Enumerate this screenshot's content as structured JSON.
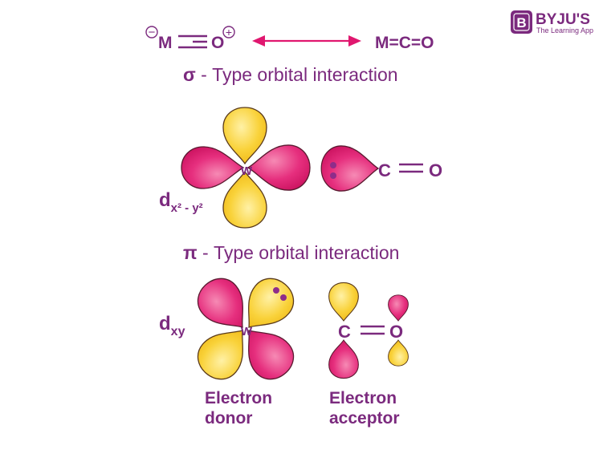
{
  "brand": {
    "name": "BYJU'S",
    "tagline": "The Learning App",
    "logo_letter": "B",
    "color": "#7b2a7e"
  },
  "resonance": {
    "left": {
      "metal": "M",
      "oxygen": "O",
      "metal_charge": "−",
      "oxygen_charge": "+"
    },
    "right": "M=C=O"
  },
  "sigma": {
    "heading_symbol": "σ",
    "heading_text": " - Type orbital interaction",
    "metal_label": "W",
    "co_c": "C",
    "co_o": "O",
    "orbital_d": "d",
    "orbital_sub": "x² - y²"
  },
  "pi": {
    "heading_symbol": "π",
    "heading_text": " - Type orbital interaction",
    "metal_label": "W",
    "co_c": "C",
    "co_o": "O",
    "orbital_d": "d",
    "orbital_sub": "xy",
    "donor_line1": "Electron",
    "donor_line2": "donor",
    "acceptor_line1": "Electron",
    "acceptor_line2": "acceptor"
  },
  "colors": {
    "text": "#7b2a7e",
    "pink": "#e0176f",
    "pink_light": "#f47aa9",
    "yellow": "#f5c21b",
    "yellow_light": "#ffe784",
    "electron": "#8e2d8a"
  }
}
